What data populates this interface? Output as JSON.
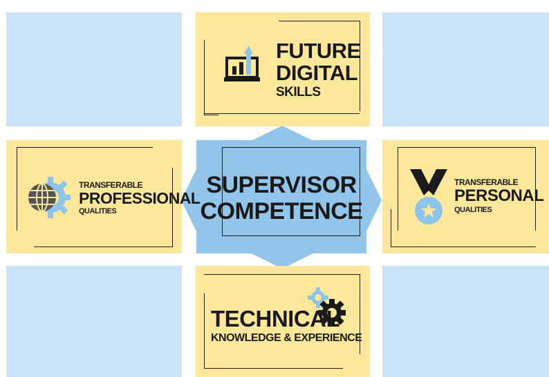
{
  "center": {
    "line1": "SUPERVISOR",
    "line2": "COMPETENCE"
  },
  "top": {
    "line1": "FUTURE",
    "line2": "DIGITAL",
    "line3": "SKILLS",
    "icon": "laptop-chart-icon"
  },
  "left": {
    "line1": "TRANSFERABLE",
    "line2": "PROFESSIONAL",
    "line3": "QUALITIES",
    "icon": "globe-gear-icon"
  },
  "right": {
    "line1": "TRANSFERABLE",
    "line2": "PERSONAL",
    "line3": "QUALITIES",
    "icon": "medal-icon"
  },
  "bottom": {
    "line1": "TECHNICAL",
    "line2": "KNOWLEDGE & EXPERIENCE",
    "icon": "gears-icon"
  },
  "colors": {
    "blue_tile": "#cbe3f6",
    "yellow_tile": "#fde79a",
    "center_tile": "#93c5ea",
    "accent": "#8cc4ea",
    "ink": "#1a1a1a"
  }
}
